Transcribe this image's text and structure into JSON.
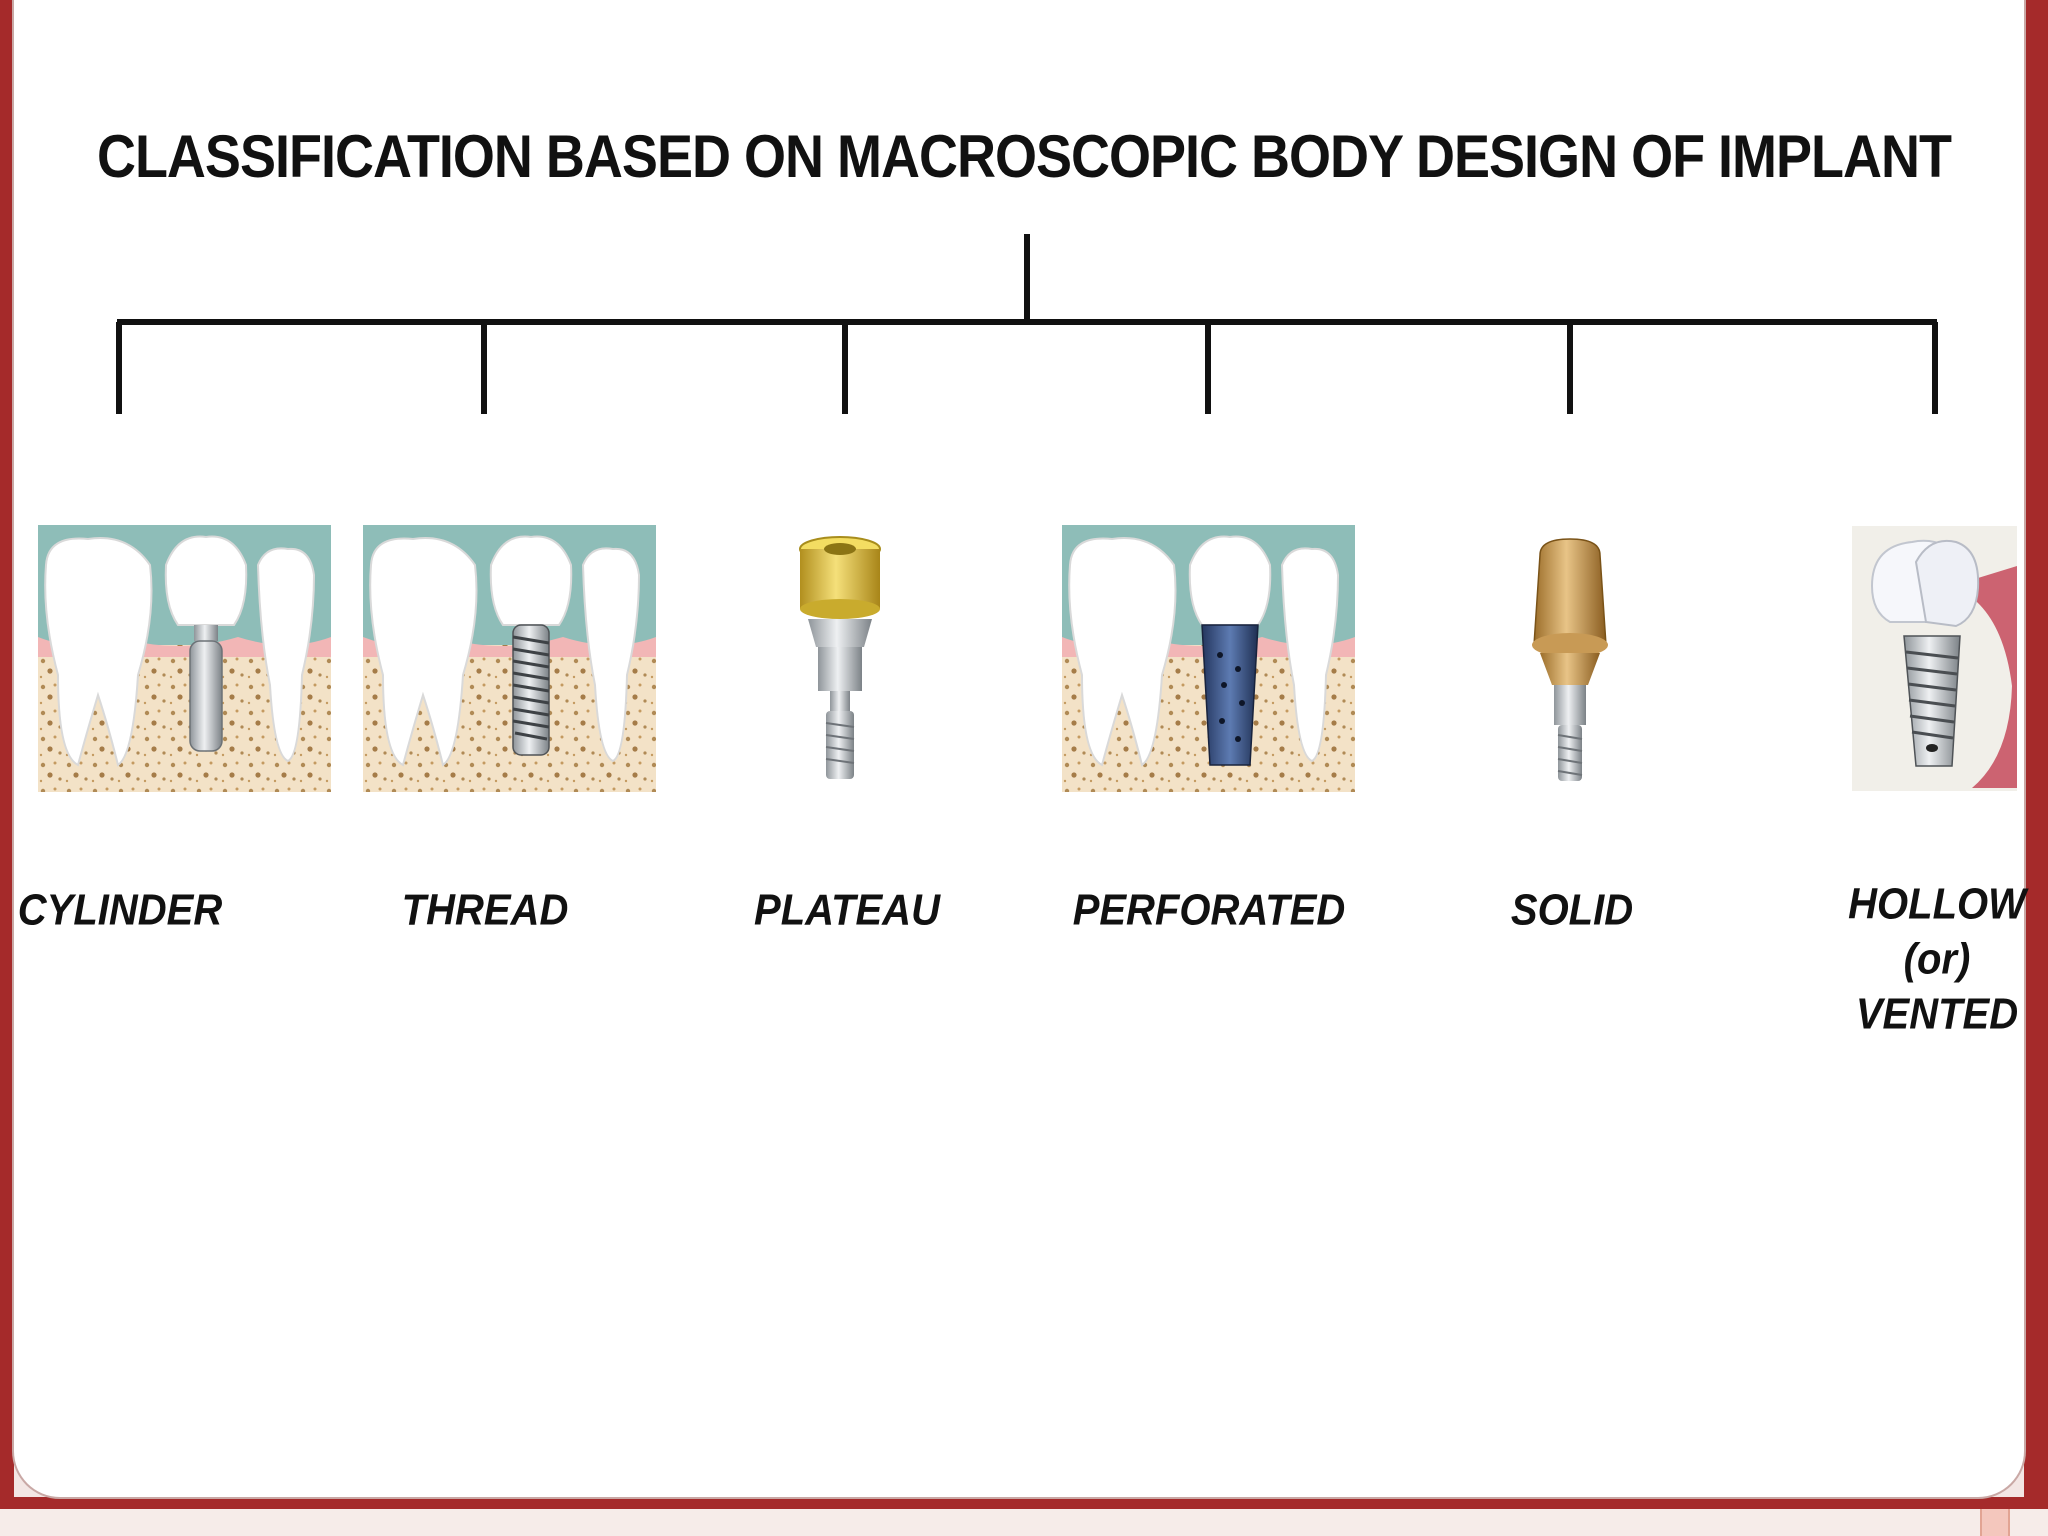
{
  "title": "CLASSIFICATION BASED ON MACROSCOPIC BODY DESIGN OF IMPLANT",
  "categories": [
    {
      "id": "cylinder",
      "label": "CYLINDER",
      "illustration": "tooth-cylinder-implant"
    },
    {
      "id": "thread",
      "label": "THREAD",
      "illustration": "tooth-threaded-implant"
    },
    {
      "id": "plateau",
      "label": "PLATEAU",
      "illustration": "plateau-implant"
    },
    {
      "id": "perforated",
      "label": "PERFORATED",
      "illustration": "tooth-perforated-implant"
    },
    {
      "id": "solid",
      "label": "SOLID",
      "illustration": "solid-implant"
    },
    {
      "id": "hollow",
      "label_lines": [
        "HOLLOW",
        "(or)",
        "VENTED"
      ],
      "illustration": "hollow-implant"
    }
  ],
  "colors": {
    "border": "#a52a2a",
    "gum": "#8ebdb8",
    "bone": "#f3e2c7",
    "tooth": "#ffffff",
    "metal": "#bfc3c6",
    "gold": "#e0c64b",
    "blue": "#3e5a8a"
  }
}
